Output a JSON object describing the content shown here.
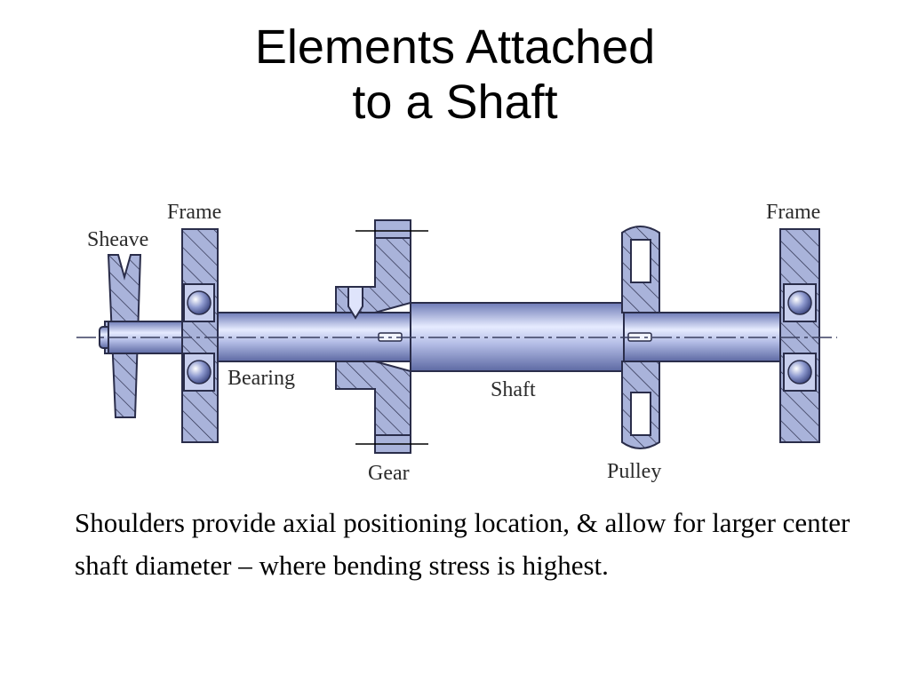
{
  "slide": {
    "title_line1": "Elements Attached",
    "title_line2": "to a Shaft",
    "caption": "Shoulders provide axial positioning location, & allow for larger center shaft diameter – where bending stress is highest."
  },
  "diagram": {
    "labels": {
      "sheave": "Sheave",
      "frame_left": "Frame",
      "frame_right": "Frame",
      "bearing": "Bearing",
      "shaft": "Shaft",
      "gear": "Gear",
      "pulley": "Pulley"
    },
    "colors": {
      "part_fill": "#a9b3da",
      "part_stroke": "#2a2d4a",
      "shaft_light": "#e6ebff",
      "shaft_mid": "#9ea9d8",
      "shaft_dark": "#6d7ab6"
    }
  }
}
